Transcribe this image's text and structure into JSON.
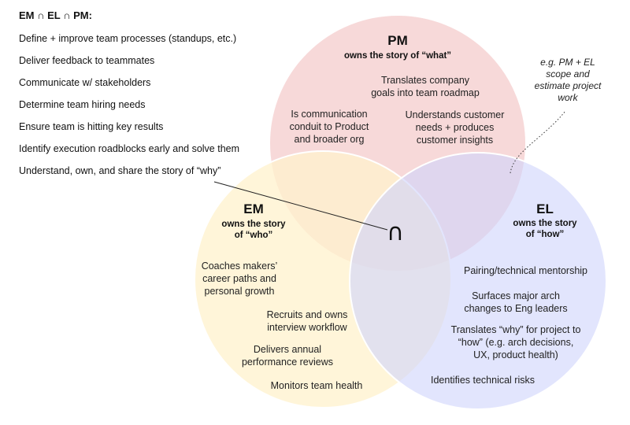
{
  "shared": {
    "title": "EM ∩ EL ∩ PM:",
    "items": [
      "Define + improve team processes (standups, etc.)",
      "Deliver feedback to teammates",
      "Communicate w/ stakeholders",
      "Determine team hiring needs",
      "Ensure team is hitting key results",
      "Identify execution roadblocks early and solve them",
      "Understand, own, and share the story of “why”"
    ]
  },
  "intersection_symbol": "∩",
  "pm": {
    "title": "PM",
    "subtitle": "owns the story of “what”",
    "items": [
      "Translates company\ngoals into team roadmap",
      "Is communication\nconduit to Product\nand broader org",
      "Understands customer\nneeds + produces\ncustomer insights"
    ]
  },
  "em": {
    "title": "EM",
    "subtitle": "owns the story\nof “who”",
    "items": [
      "Coaches makers’\ncareer paths and\npersonal growth",
      "Recruits and owns\ninterview workflow",
      "Delivers annual\nperformance reviews",
      "Monitors team health"
    ]
  },
  "el": {
    "title": "EL",
    "subtitle": "owns the story\nof “how”",
    "items": [
      "Pairing/technical mentorship",
      "Surfaces major arch\nchanges to Eng leaders",
      "Translates “why” for project to\n“how” (e.g. arch decisions,\nUX, product health)",
      "Identifies technical risks"
    ]
  },
  "annotation": "e.g. PM + EL\nscope and\nestimate project\nwork",
  "colors": {
    "pm_fill": "#f4cccc",
    "em_fill": "#fff2cc",
    "el_fill": "#cfd3fb",
    "outline": "#ffffff"
  }
}
